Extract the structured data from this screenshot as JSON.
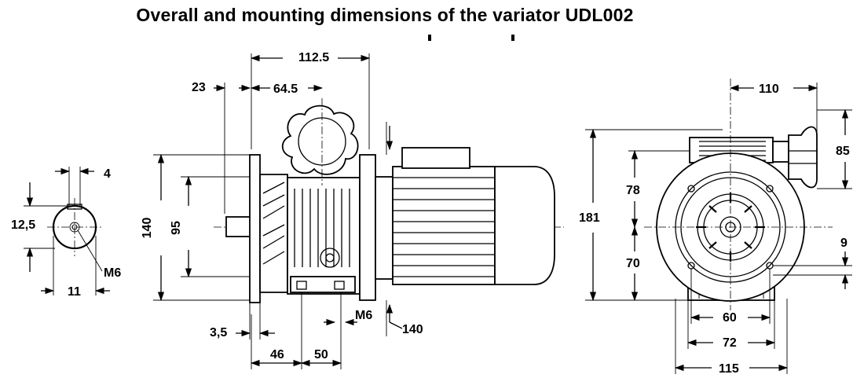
{
  "title": "Overall and mounting dimensions of the variator UDL002",
  "shaft_end_view": {
    "dims": {
      "keyway_width": "4",
      "height": "12,5",
      "thread": "M6",
      "diameter": "11"
    }
  },
  "side_view": {
    "dims": {
      "overall_to_motor_flange": "112.5",
      "shaft_length": "23",
      "flange_to_axis": "64.5",
      "flange_diameter": "140",
      "pilot_diameter": "95",
      "flange_thickness": "3,5",
      "foot_offset": "46",
      "foot_width": "50",
      "foot_thread": "M6",
      "motor_flange": "140"
    }
  },
  "front_view": {
    "dims": {
      "handwheel_offset": "110",
      "handwheel_height": "85",
      "axis_to_top": "78",
      "overall_height": "181",
      "axis_to_base": "70",
      "base_thickness": "9",
      "hole_spacing": "60",
      "base_inner_width": "72",
      "base_width": "115"
    }
  }
}
